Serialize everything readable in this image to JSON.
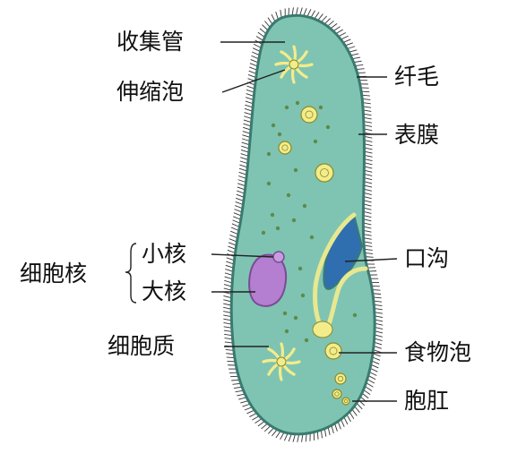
{
  "labels": {
    "contractile_vacuole_canal": "收集管",
    "contractile_vacuole": "伸缩泡",
    "cilia": "纤毛",
    "pellicle": "表膜",
    "nucleus_group": "细胞核",
    "micronucleus": "小核",
    "macronucleus": "大核",
    "oral_groove": "口沟",
    "cytoplasm": "细胞质",
    "food_vacuole": "食物泡",
    "anal_pore": "胞肛"
  },
  "colors": {
    "body_fill": "#7fc4b2",
    "body_inner": "#8fd0bd",
    "outline": "#3a7a70",
    "cilia": "#333333",
    "vacuole": "#f3ec8a",
    "vacuole_stroke": "#8a8a2a",
    "macronucleus": "#b47fd0",
    "micronucleus": "#c99be0",
    "oral_groove_fill": "#2f6fb0",
    "gullet": "#e8e890",
    "granule": "#5e8a4a",
    "leader": "#222222"
  }
}
